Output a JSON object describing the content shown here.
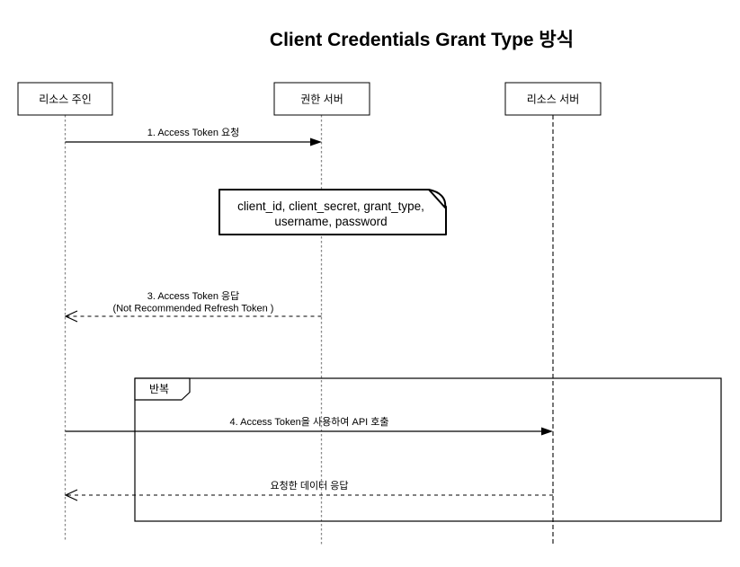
{
  "title": "Client Credentials Grant Type 방식",
  "actors": [
    {
      "label": "리소스 주인"
    },
    {
      "label": "권한 서버"
    },
    {
      "label": "리소스 서버"
    }
  ],
  "messages": [
    {
      "label": "1. Access Token 요청",
      "style": "solid-filled-arrow"
    },
    {
      "label_line1": "3. Access Token 응답",
      "label_line2": "(Not Recommended Refresh Token )",
      "style": "dashed-open-arrow"
    },
    {
      "label": "4. Access Token을 사용하여 API 호출",
      "style": "solid-filled-arrow"
    },
    {
      "label": "요청한 데이터 응답",
      "style": "dashed-open-arrow"
    }
  ],
  "note": {
    "line1": "client_id, client_secret, grant_type,",
    "line2": "username, password"
  },
  "loop": {
    "label": "반복"
  },
  "colors": {
    "background": "#ffffff",
    "line": "#000000",
    "lifeline": "#8a8a8a"
  }
}
